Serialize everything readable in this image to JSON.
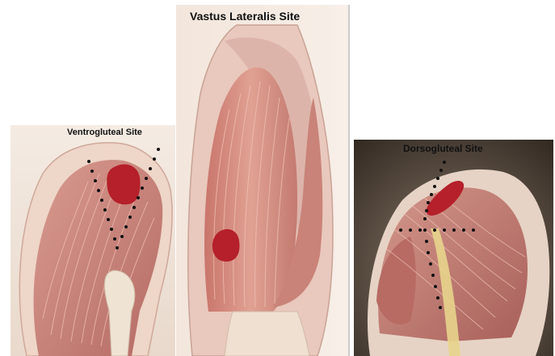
{
  "panels": {
    "ventrogluteal": {
      "caption": "Ventrogluteal Site"
    },
    "vastus_lateralis": {
      "caption": "Vastus Lateralis Site"
    },
    "dorsogluteal": {
      "caption": "Dorsogluteal Site"
    }
  },
  "colors": {
    "muscle": "#c97f77",
    "muscle_dark": "#a65a55",
    "injection_site": "#b5202a",
    "skin": "#f1e2d6",
    "dorso_background": "#4a3d33",
    "landmark_dots": "#111111"
  }
}
